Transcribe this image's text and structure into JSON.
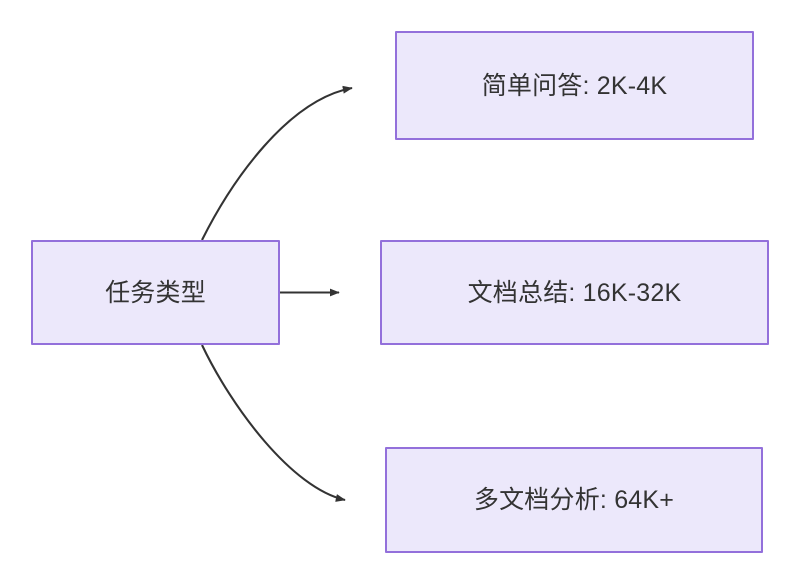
{
  "diagram": {
    "type": "flowchart",
    "direction": "left-to-right",
    "background_color": "#ffffff",
    "node_fill_color": "#ece8fb",
    "node_border_color": "#9370db",
    "text_color": "#333333",
    "edge_color": "#333333",
    "nodes": [
      {
        "id": "root",
        "label": "任务类型",
        "role": "source"
      },
      {
        "id": "simple",
        "label": "简单问答: 2K-4K",
        "role": "target"
      },
      {
        "id": "doc",
        "label": "文档总结: 16K-32K",
        "role": "target"
      },
      {
        "id": "multi",
        "label": "多文档分析: 64K+",
        "role": "target"
      }
    ],
    "edges": [
      {
        "from": "root",
        "to": "simple",
        "style": "curved",
        "arrow": "triangle"
      },
      {
        "from": "root",
        "to": "doc",
        "style": "straight",
        "arrow": "triangle"
      },
      {
        "from": "root",
        "to": "multi",
        "style": "curved",
        "arrow": "triangle"
      }
    ]
  }
}
